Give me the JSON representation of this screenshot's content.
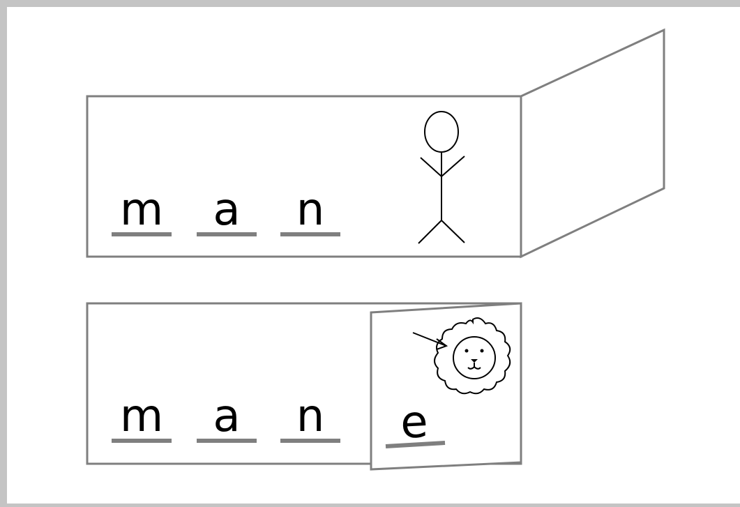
{
  "top_card": {
    "letters": [
      "m",
      "a",
      "n"
    ],
    "picture_icon": "stick-figure-man-icon"
  },
  "bottom_card": {
    "letters": [
      "m",
      "a",
      "n"
    ],
    "flap_letter": "e",
    "picture_icon": "lion-mane-icon"
  },
  "colors": {
    "frame": "#c4c4c4",
    "card_border": "#7f7f7f",
    "underline": "#7f7f7f",
    "letter": "#000000"
  }
}
